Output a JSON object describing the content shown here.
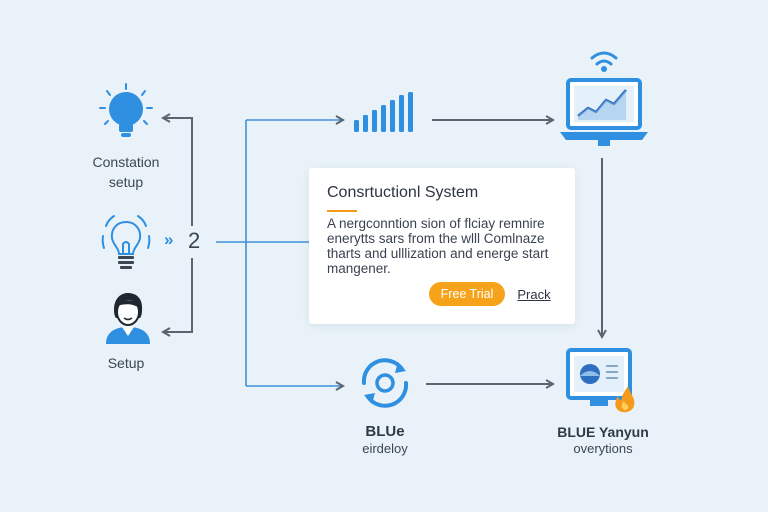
{
  "nodes": {
    "bulb_top": {
      "label_line1": "Constation",
      "label_line2": "setup"
    },
    "person": {
      "label": "Setup"
    },
    "step": {
      "number": "2",
      "chevrons": "»"
    },
    "sync": {
      "title": "BLUe",
      "subtitle": "eirdeloy"
    },
    "monitor": {
      "title": "BLUE Yanyun",
      "subtitle": "overytions"
    }
  },
  "card": {
    "title": "Consrtuctionl System",
    "body": "A nergconntion sion of flciay remnire enerytts sars from the wlll Comlnaze tharts and ulllization and energe start mangener.",
    "primary_button": "Free Trial",
    "link_button": "Prack"
  },
  "colors": {
    "accent_blue": "#2f8fe0",
    "line_blue": "#3f8fd8",
    "arrow_gray": "#5b6470",
    "accent_orange": "#f7a21b"
  }
}
